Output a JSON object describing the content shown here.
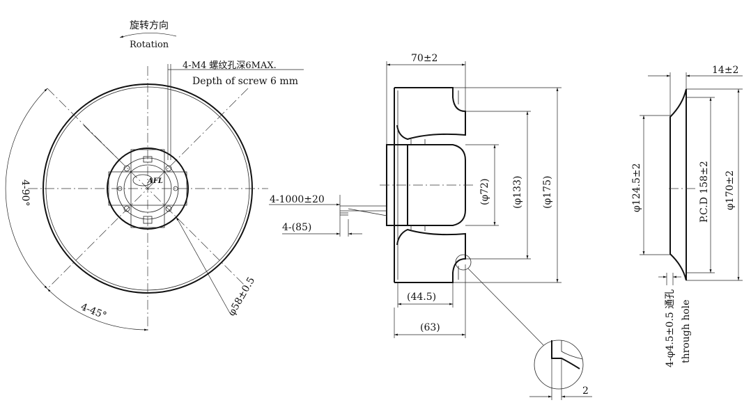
{
  "front_view": {
    "rotation_cn": "旋转方向",
    "rotation_en": "Rotation",
    "screw_cn": "4-M4 螺纹孔深6MAX.",
    "screw_en": "Depth of screw 6 mm",
    "angle_90": "4-90°",
    "angle_45": "4-45°",
    "hub_dia": "φ58±0.5",
    "logo_text": "AFL"
  },
  "side_view": {
    "width_total": "70±2",
    "dia_72": "(φ72)",
    "dia_133": "(φ133)",
    "dia_175": "(φ175)",
    "cable_length": "4-1000±20",
    "cable_strip": "4-(85)",
    "depth_445": "(44.5)",
    "depth_63": "(63)",
    "detail_gap": "2"
  },
  "ring_view": {
    "thickness": "14±2",
    "dia_1245": "φ124.5±2",
    "pcd": "P.C.D 158±2",
    "dia_170": "φ170±2",
    "hole_cn": "4-φ4.5±0.5 通孔",
    "hole_en": "through hole"
  },
  "colors": {
    "line": "#111111",
    "background": "#ffffff"
  }
}
